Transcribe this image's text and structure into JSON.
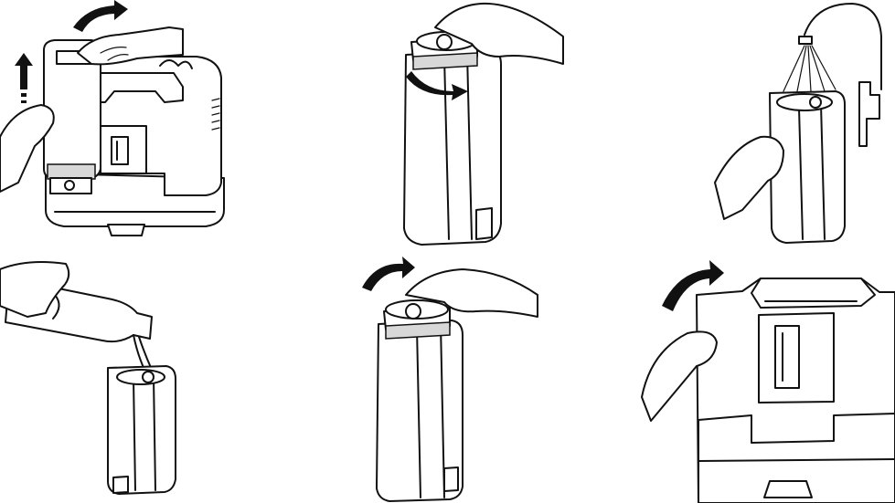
{
  "steps": [
    {
      "icon": "remove-tank-illustration"
    },
    {
      "icon": "unscrew-cap-illustration"
    },
    {
      "icon": "fill-water-illustration"
    },
    {
      "icon": "pour-formula-illustration"
    },
    {
      "icon": "screw-cap-illustration"
    },
    {
      "icon": "reinsert-tank-illustration"
    }
  ],
  "colors": {
    "line": "#111111",
    "background": "#ffffff",
    "shade": "#d8d8d8"
  }
}
